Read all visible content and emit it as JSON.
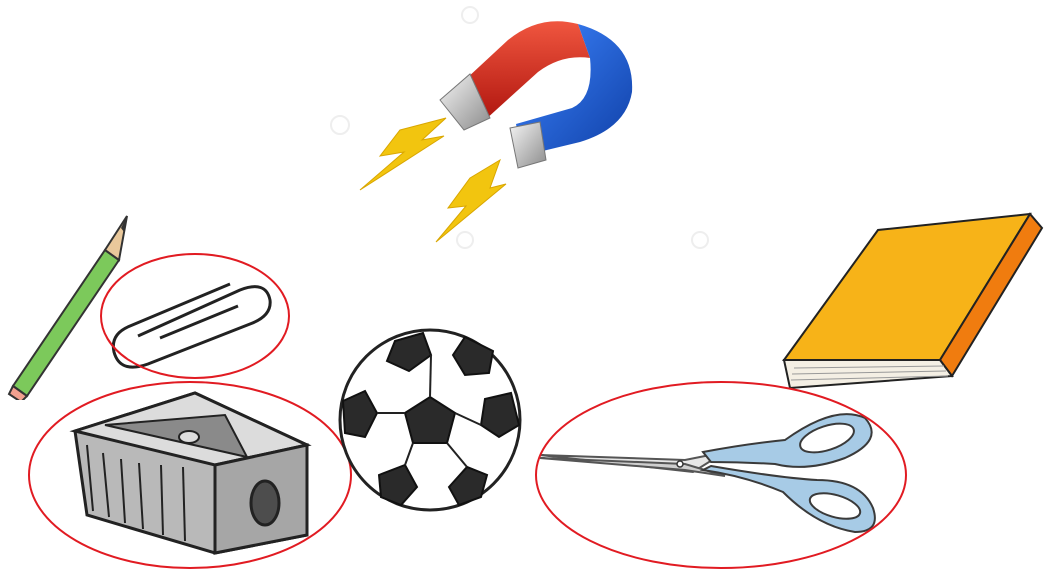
{
  "scene": {
    "objects": [
      {
        "name": "magnet",
        "icon": "horseshoe-magnet-icon",
        "circled": false
      },
      {
        "name": "pencil",
        "icon": "pencil-icon",
        "circled": false
      },
      {
        "name": "paper-clip",
        "icon": "paper-clip-icon",
        "circled": true
      },
      {
        "name": "pencil-sharpener",
        "icon": "pencil-sharpener-icon",
        "circled": true
      },
      {
        "name": "soccer-ball",
        "icon": "soccer-ball-icon",
        "circled": false
      },
      {
        "name": "book",
        "icon": "book-icon",
        "circled": false
      },
      {
        "name": "scissors",
        "icon": "scissors-icon",
        "circled": true
      }
    ],
    "colors": {
      "circle": "#e11b22",
      "magnet_red": "#d9281f",
      "magnet_blue": "#1f5fd6",
      "bolt": "#f2c50f",
      "book": "#f7b318",
      "scissors_handle": "#a7cbe6",
      "pencil": "#7cc95b"
    }
  }
}
